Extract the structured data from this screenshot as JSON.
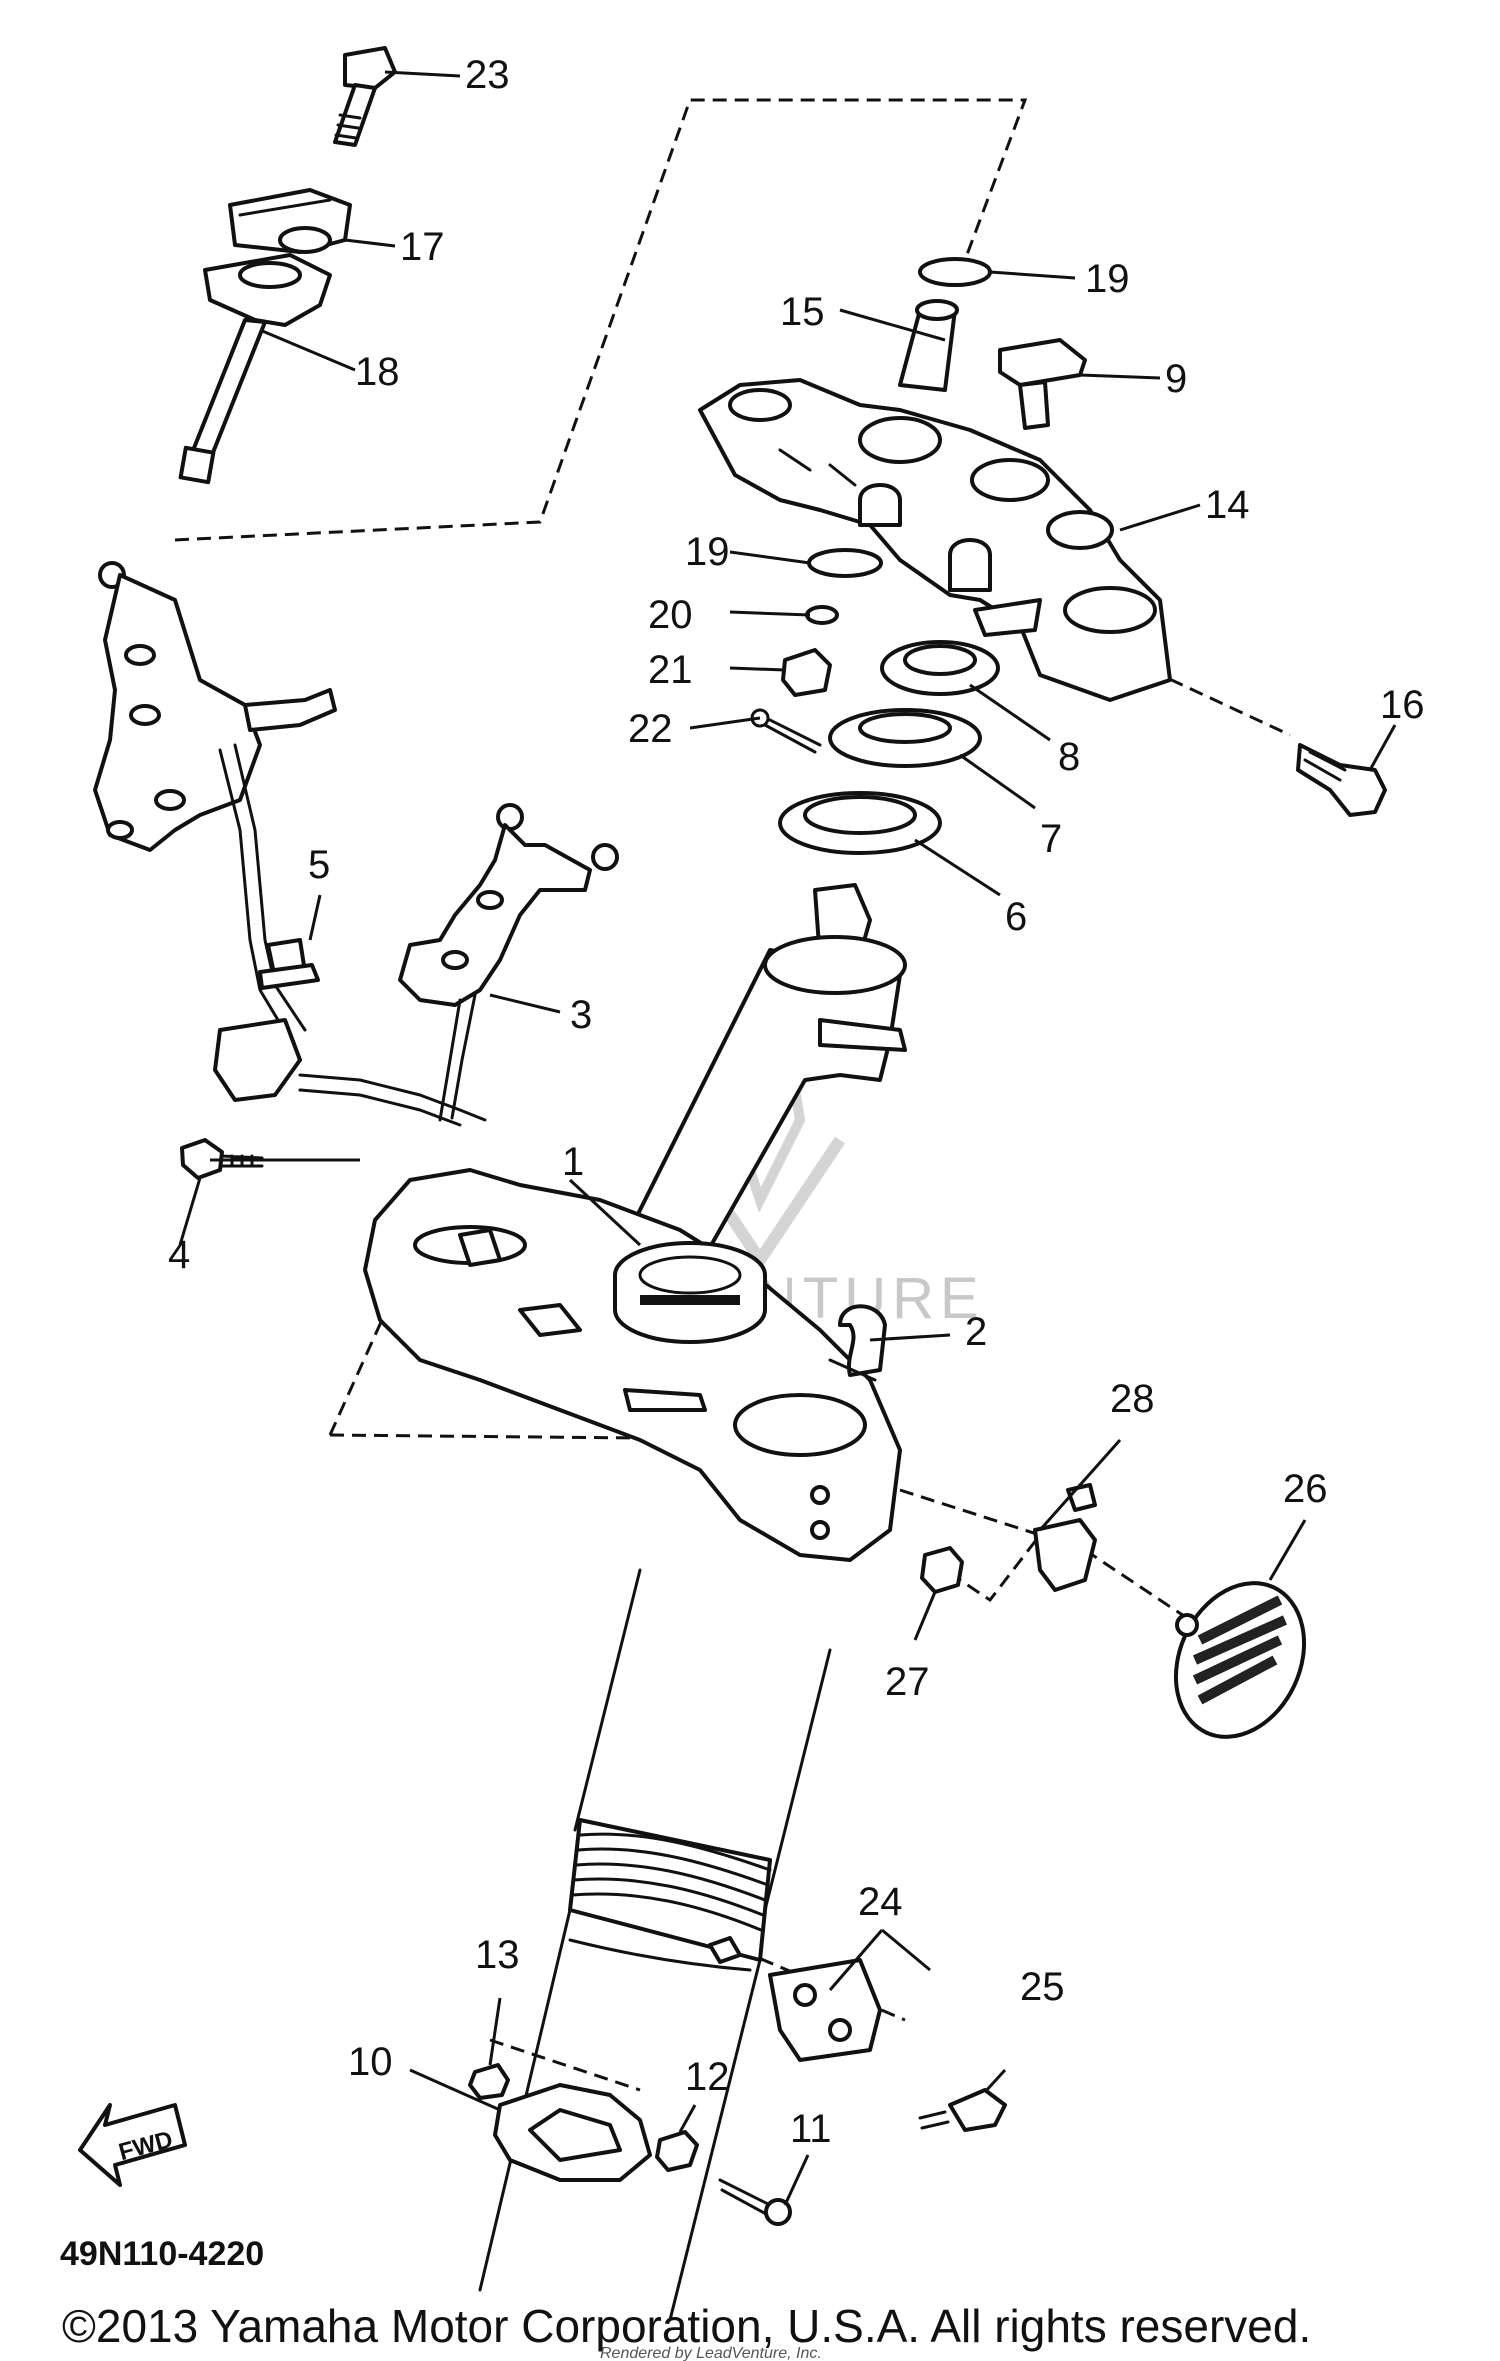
{
  "diagram_code": "49N110-4220",
  "fwd_label": "FWD",
  "watermark": "LEADVENTURE",
  "copyright": "©2013 Yamaha Motor Corporation, U.S.A. All rights reserved.",
  "rendered_by": "Rendered by LeadVenture, Inc.",
  "callouts": {
    "c1": "1",
    "c2": "2",
    "c3": "3",
    "c4": "4",
    "c5": "5",
    "c6": "6",
    "c7": "7",
    "c8": "8",
    "c9": "9",
    "c10": "10",
    "c11": "11",
    "c12": "12",
    "c13": "13",
    "c14": "14",
    "c15": "15",
    "c16": "16",
    "c17": "17",
    "c18": "18",
    "c19a": "19",
    "c19b": "19",
    "c20": "20",
    "c21": "21",
    "c22": "22",
    "c23": "23",
    "c24": "24",
    "c25": "25",
    "c26": "26",
    "c27": "27",
    "c28": "28"
  }
}
